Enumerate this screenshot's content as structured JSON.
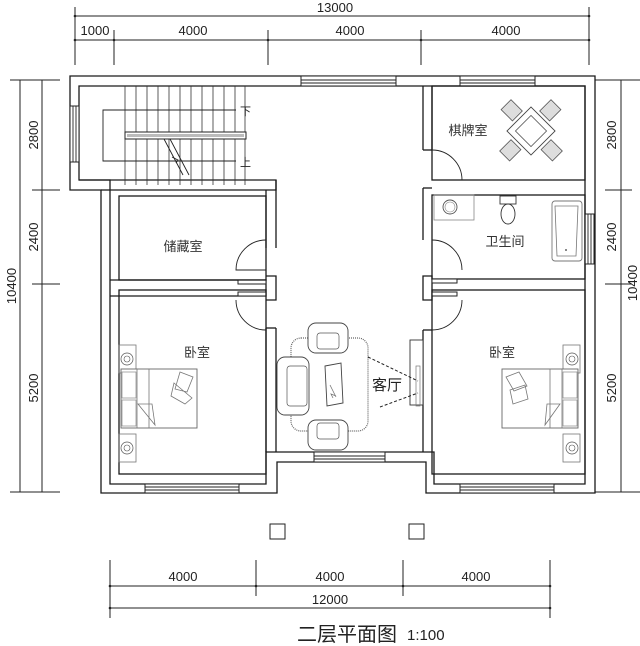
{
  "drawing": {
    "title": "二层平面图",
    "scale": "1:100"
  },
  "dimensions": {
    "top_total": "13000",
    "top_segments": [
      "1000",
      "4000",
      "4000",
      "4000"
    ],
    "bottom_segments": [
      "4000",
      "4000",
      "4000"
    ],
    "bottom_total": "12000",
    "left_segments": [
      "2800",
      "2400",
      "5200"
    ],
    "left_total": "10400",
    "right_segments": [
      "2800",
      "2400",
      "5200"
    ],
    "right_total": "10400"
  },
  "rooms": {
    "chess_room": "棋牌室",
    "storage": "储藏室",
    "bathroom": "卫生间",
    "bedroom_left": "卧室",
    "bedroom_right": "卧室",
    "living_room": "客厅"
  },
  "stairs": {
    "down_label": "下",
    "up_label": "上"
  }
}
